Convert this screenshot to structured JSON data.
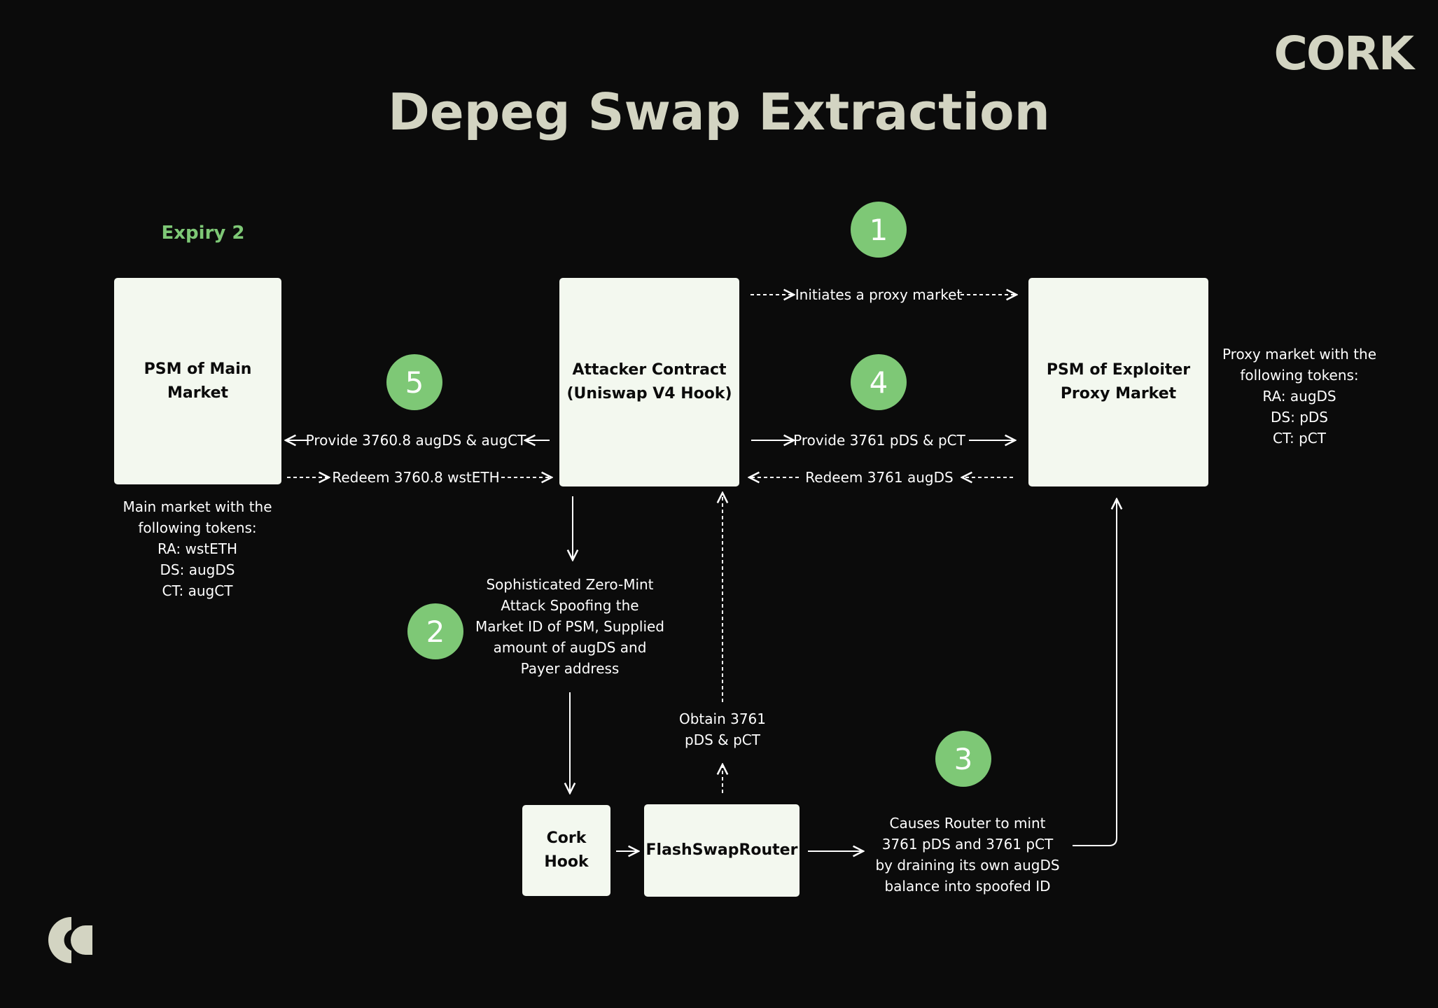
{
  "brand": {
    "wordmark": "CORK",
    "icon": "cork-logo-mark-icon"
  },
  "title": "Depeg Swap Extraction",
  "section_label": "Expiry 2",
  "colors": {
    "background": "#0b0b0b",
    "accent": "#7ec876",
    "box": "#f3f8ef",
    "title": "#d3d4c2"
  },
  "nodes": {
    "psm_main": "PSM of Main\nMarket",
    "attacker": "Attacker Contract\n(Uniswap V4 Hook)",
    "psm_exploiter": "PSM of Exploiter\nProxy Market",
    "cork_hook": "Cork\nHook",
    "router": "FlashSwapRouter"
  },
  "steps": [
    "1",
    "2",
    "3",
    "4",
    "5"
  ],
  "notes": {
    "main_market": "Main market with the\nfollowing tokens:\nRA: wstETH\nDS: augDS\nCT: augCT",
    "proxy_market": "Proxy market with the\nfollowing tokens:\nRA: augDS\nDS: pDS\nCT: pCT",
    "step2": "Sophisticated Zero-Mint\nAttack Spoofing the\nMarket ID of PSM, Supplied\namount of augDS and\nPayer address",
    "step3": "Causes Router to mint\n3761 pDS and 3761 pCT\nby draining its own augDS\nbalance into spoofed ID",
    "obtain": "Obtain 3761\npDS & pCT"
  },
  "edges": {
    "initiates": "Initiates a proxy market",
    "provide_main": "Provide 3760.8 augDS & augCT",
    "redeem_main": "Redeem 3760.8 wstETH",
    "provide_proxy": "Provide 3761 pDS & pCT",
    "redeem_proxy": "Redeem 3761 augDS"
  }
}
